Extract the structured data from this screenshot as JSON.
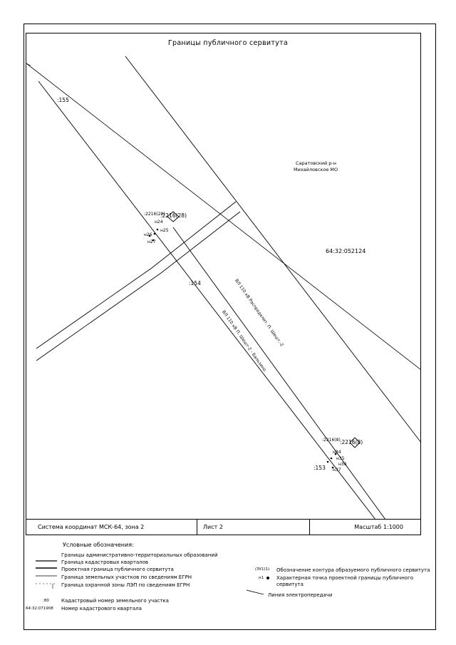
{
  "map": {
    "title": "Границы публичного сервитута",
    "region_line1": "Саратовский р-н",
    "region_line2": "Михайловское МО",
    "quarter_number": "64:32:052124",
    "parcel_155": ":155",
    "parcel_154": ":154",
    "parcel_153": ":153",
    "point_label_top": ":2216(28)",
    "point_label_bottom": ":2216(8)",
    "contour_top": ":2216(28)",
    "contour_bottom": ":2216(8)",
    "line_label_upper": "ВЛ 110 кВ Распределит. П. Шешт.-2",
    "line_label_lower": "ВЛ 110 кВ П. Шешт-2 - Бальзино",
    "pt_n1": "н24",
    "pt_n2": "н25",
    "pt_n3": "н26",
    "pt_n4": "н27",
    "pt_m1": "н34",
    "pt_m2": "н35",
    "pt_m3": "н36",
    "pt_m4": "н37"
  },
  "info_bar": {
    "coord_system": "Система координат МСК-64, зона 2",
    "sheet": "Лист 2",
    "scale": "Масштаб 1:1000"
  },
  "legend": {
    "title": "Условные обозначения:",
    "items_left": [
      "Границы административно-территориальных образований",
      "Граница кадастровых кварталов",
      "Проектная граница публичного сервитута",
      "Граница земельных участков по сведениям ЕГРН",
      "Граница охранной зоны ЛЭП по сведениям ЕГРН",
      "Кадастровый номер земельного участка",
      "Номер кадастрового квартала"
    ],
    "sample_parcel": ":80",
    "sample_quarter": "64:32:071908",
    "items_right": [
      "Обозначение контура образуемого публичного сервитута",
      "Характерная точка проектной границы публичного сервитута",
      "Линия электропередачи"
    ],
    "sample_contour": "(ЗУ1(1)",
    "sample_point": "н1"
  }
}
